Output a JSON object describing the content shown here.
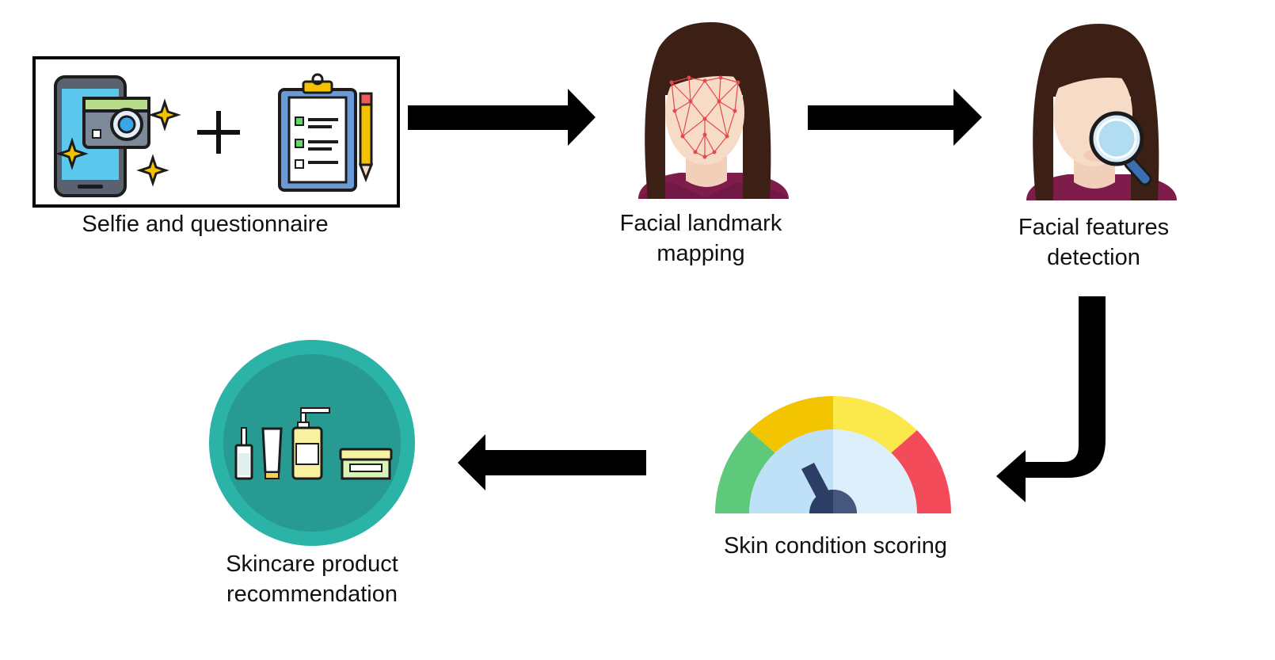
{
  "steps": {
    "selfie": {
      "label": "Selfie and questionnaire",
      "icon": "selfie-phone-icon",
      "icon2": "questionnaire-clipboard-icon"
    },
    "landmark": {
      "line1": "Facial landmark",
      "line2": "mapping",
      "icon": "face-landmark-mesh-icon"
    },
    "features": {
      "line1": "Facial features",
      "line2": "detection",
      "icon": "face-magnifier-icon"
    },
    "scoring": {
      "label": "Skin condition scoring",
      "icon": "gauge-meter-icon"
    },
    "recommend": {
      "line1": "Skincare product",
      "line2": "recommendation",
      "icon": "skincare-products-icon"
    }
  },
  "colors": {
    "arrow": "#000000",
    "gauge": [
      "#5ec97a",
      "#f2c500",
      "#fbe84a",
      "#f44b5a"
    ],
    "teal": "#2ab3a6",
    "hair": "#3d2015",
    "skin": "#f6dcc7",
    "shirt": "#7e1d4c"
  }
}
